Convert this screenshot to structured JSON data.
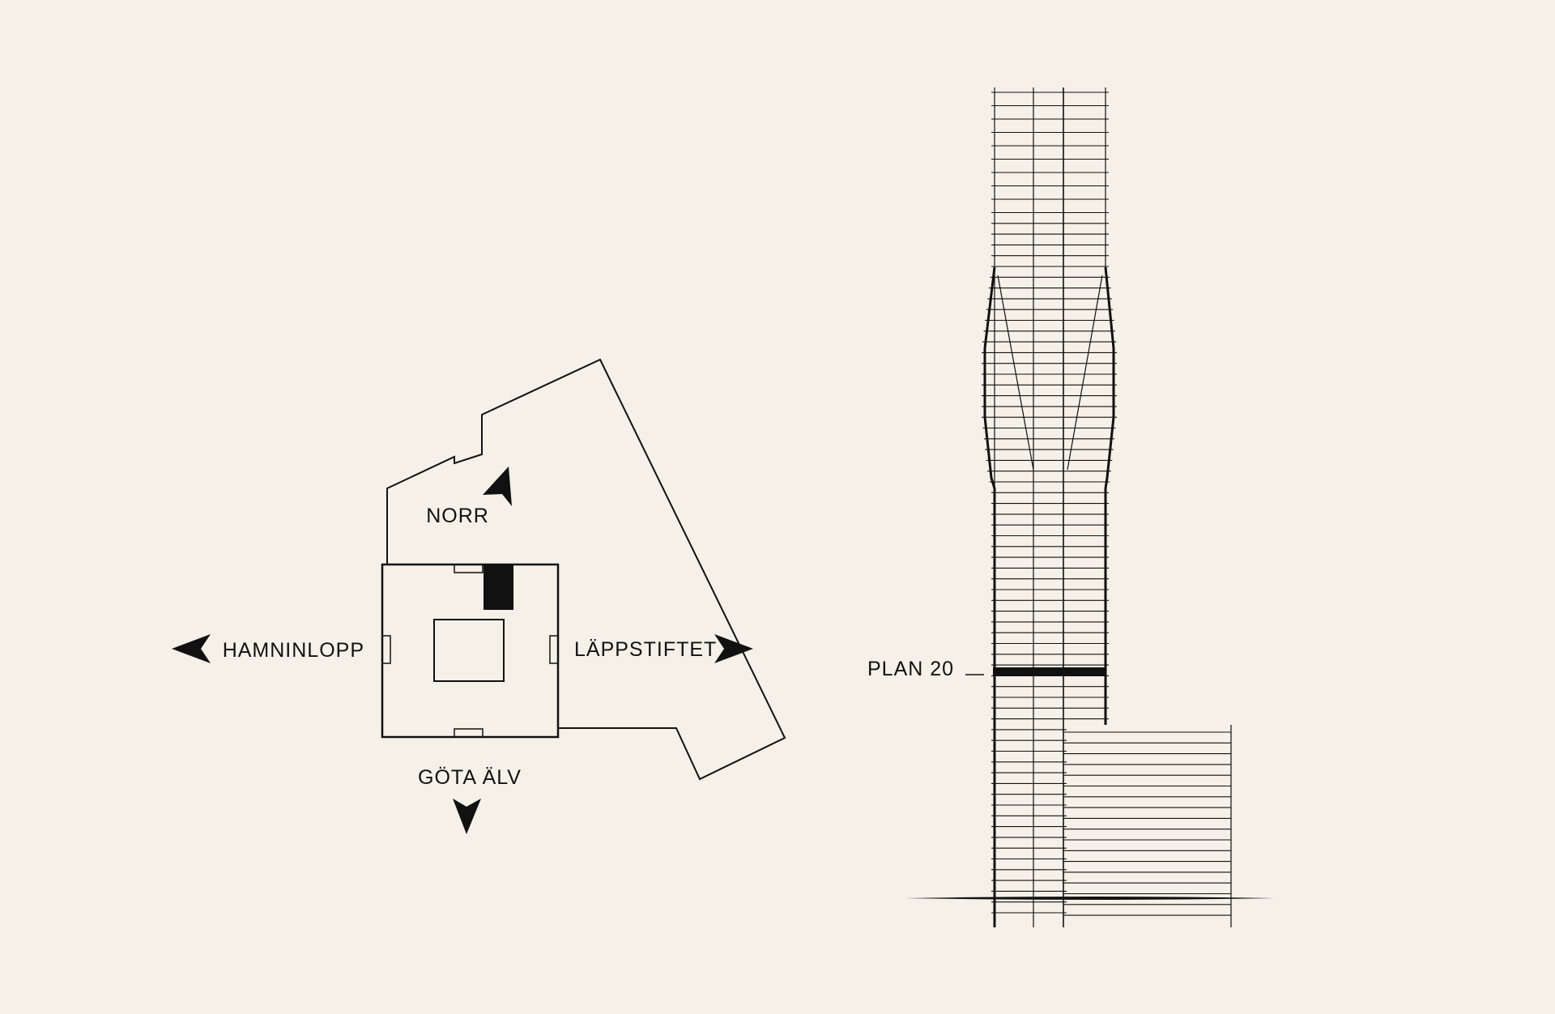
{
  "site_plan": {
    "directions": {
      "north": "NORR",
      "west": "HAMNINLOPP",
      "east": "LÄPPSTIFTET",
      "south": "GÖTA ÄLV"
    }
  },
  "elevation": {
    "floor_label": "PLAN 20"
  },
  "colors": {
    "background": "#f5f0e8",
    "ink": "#111111"
  }
}
